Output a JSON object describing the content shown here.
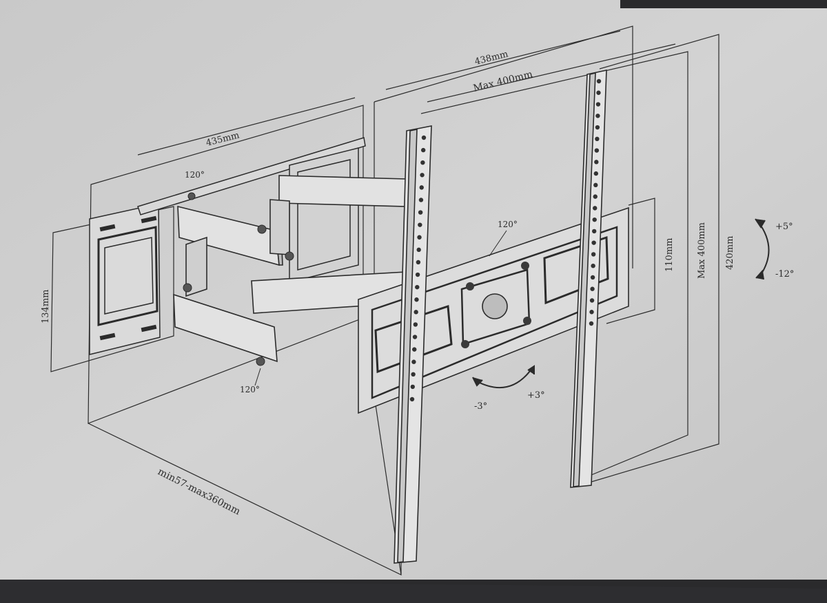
{
  "colors": {
    "paper": "#cfcfcf",
    "ink": "#2b2b2b",
    "metal": "#d9d9d9"
  },
  "labels": {
    "arm_width": "435mm",
    "overall_width": "438mm",
    "max_width": "Max 400mm",
    "wall_plate_height": "134mm",
    "tv_plate_height": "110mm",
    "max_height": "Max 400mm",
    "overall_height": "420mm",
    "extension": "min57-max360mm",
    "swivel_top": "120°",
    "swivel_tv": "120°",
    "swivel_bottom": "120°",
    "tilt_up": "+5°",
    "tilt_down": "-12°",
    "rotate_minus": "-3°",
    "rotate_plus": "+3°"
  }
}
